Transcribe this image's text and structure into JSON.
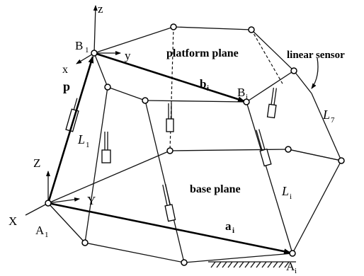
{
  "labels": {
    "z_upper": "z",
    "x_upper": "x",
    "y_upper": "y",
    "B1": "B",
    "B1_sub": "1",
    "p": "p",
    "platform_plane": "platform plane",
    "linear_sensor": "linear sensor",
    "b_i": "b",
    "b_i_sub": "i",
    "B_i": "B",
    "B_i_sub": "i",
    "L1": "L",
    "L1_sub": "1",
    "L7": "L",
    "L7_sub": "7",
    "Z": "Z",
    "Y": "Y",
    "X": "X",
    "A1": "A",
    "A1_sub": "1",
    "base_plane": "base plane",
    "L_i": "L",
    "L_i_sub": "i",
    "a_i": "a",
    "a_i_sub": "i",
    "A_i": "A",
    "A_i_sub": "i"
  }
}
